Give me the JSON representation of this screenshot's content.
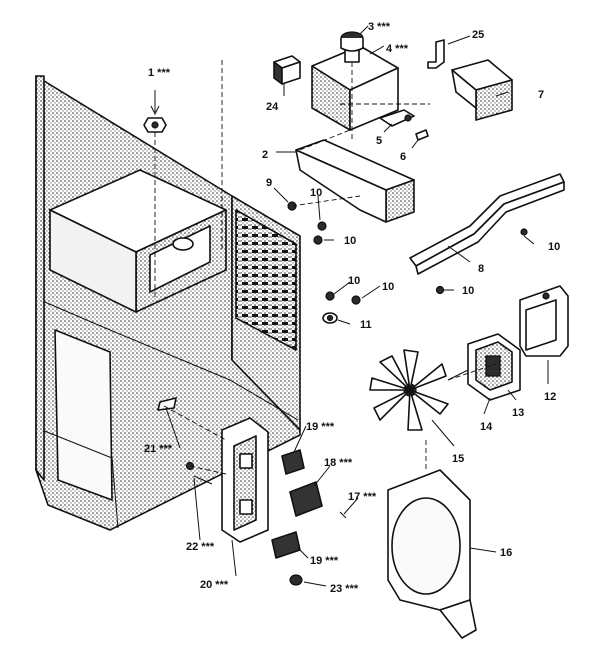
{
  "callouts": [
    {
      "id": "c1",
      "text": "1 ***"
    },
    {
      "id": "c2",
      "text": "2"
    },
    {
      "id": "c3",
      "text": "3 ***"
    },
    {
      "id": "c4",
      "text": "4 ***"
    },
    {
      "id": "c5",
      "text": "5"
    },
    {
      "id": "c6",
      "text": "6"
    },
    {
      "id": "c7",
      "text": "7"
    },
    {
      "id": "c8",
      "text": "8"
    },
    {
      "id": "c9",
      "text": "9"
    },
    {
      "id": "c10a",
      "text": "10"
    },
    {
      "id": "c10b",
      "text": "10"
    },
    {
      "id": "c10c",
      "text": "10"
    },
    {
      "id": "c10d",
      "text": "10"
    },
    {
      "id": "c10e",
      "text": "10"
    },
    {
      "id": "c10f",
      "text": "10"
    },
    {
      "id": "c11",
      "text": "11"
    },
    {
      "id": "c12",
      "text": "12"
    },
    {
      "id": "c13",
      "text": "13"
    },
    {
      "id": "c14",
      "text": "14"
    },
    {
      "id": "c15",
      "text": "15"
    },
    {
      "id": "c16",
      "text": "16"
    },
    {
      "id": "c17",
      "text": "17 ***"
    },
    {
      "id": "c18",
      "text": "18 ***"
    },
    {
      "id": "c19a",
      "text": "19 ***"
    },
    {
      "id": "c19b",
      "text": "19 ***"
    },
    {
      "id": "c20",
      "text": "20 ***"
    },
    {
      "id": "c21",
      "text": "21 ***"
    },
    {
      "id": "c22",
      "text": "22 ***"
    },
    {
      "id": "c23",
      "text": "23 ***"
    },
    {
      "id": "c24",
      "text": "24"
    },
    {
      "id": "c25",
      "text": "25"
    }
  ]
}
